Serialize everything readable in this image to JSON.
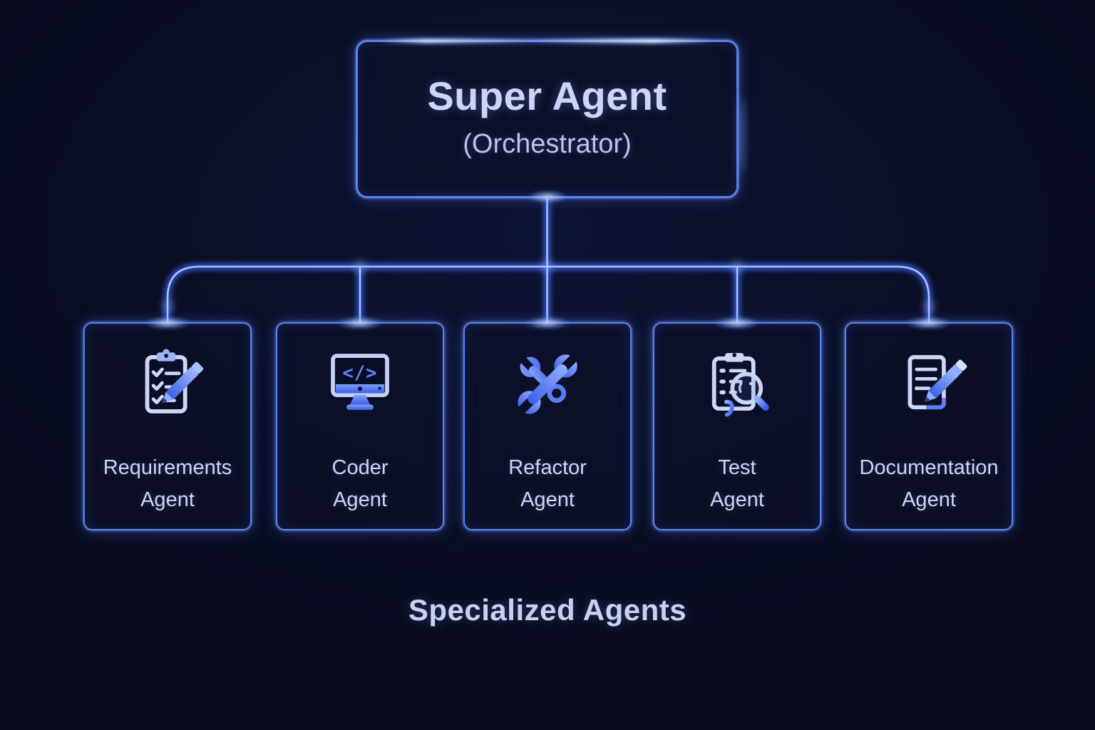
{
  "root": {
    "title": "Super Agent",
    "subtitle": "(Orchestrator)"
  },
  "group_label": "Specialized Agents",
  "agents": [
    {
      "id": "requirements",
      "label": "Requirements\nAgent",
      "icon": "clipboard-checklist-pencil-icon"
    },
    {
      "id": "coder",
      "label": "Coder\nAgent",
      "icon": "monitor-code-icon",
      "icon_glyph": "</>"
    },
    {
      "id": "refactor",
      "label": "Refactor\nAgent",
      "icon": "crossed-wrenches-icon"
    },
    {
      "id": "test",
      "label": "Test\nAgent",
      "icon": "clipboard-magnifier-icon"
    },
    {
      "id": "documentation",
      "label": "Documentation\nAgent",
      "icon": "document-pencil-icon"
    }
  ],
  "colors": {
    "background": "#0a0e24",
    "connector_line": "#8fb0ff",
    "box_border": "#5b82f2",
    "glow": "#3c66f0",
    "text_primary": "#ced6f4",
    "text_secondary": "#b9c4ec",
    "icon_blue": "#4c70f0",
    "icon_light": "#cdd7f8"
  }
}
